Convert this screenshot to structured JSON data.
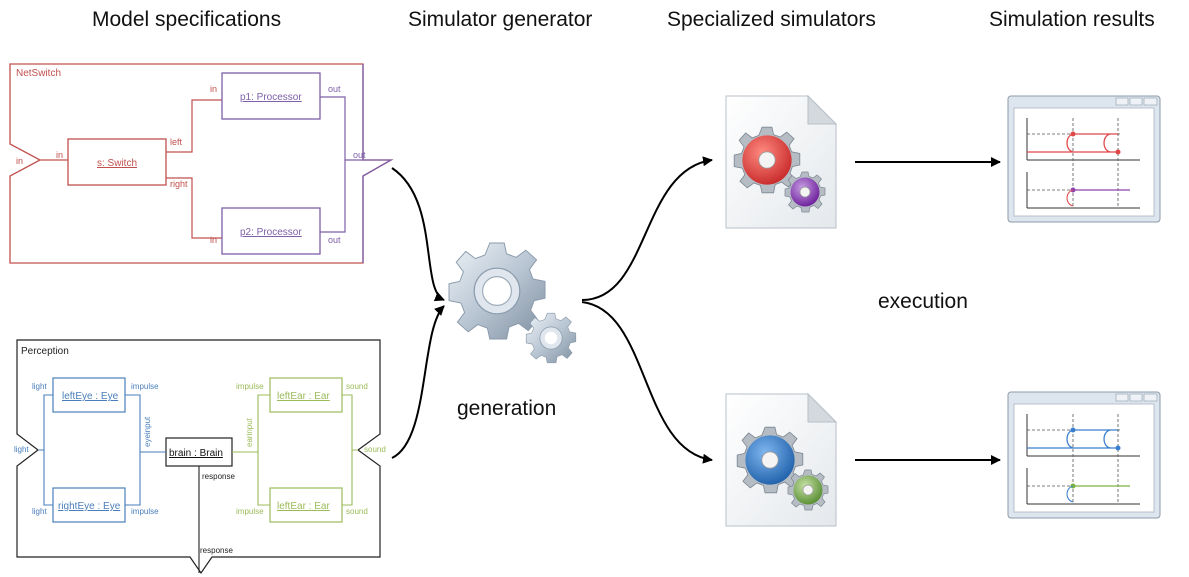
{
  "columns": {
    "model_specs": "Model specifications",
    "generator": "Simulator generator",
    "specialized": "Specialized simulators",
    "results": "Simulation results"
  },
  "labels": {
    "generation": "generation",
    "execution": "execution"
  },
  "netswitch": {
    "title": "NetSwitch",
    "outer_in": "in",
    "outer_out": "out",
    "switch": {
      "name": "s: Switch",
      "in": "in",
      "left": "left",
      "right": "right"
    },
    "p1": {
      "name": "p1: Processor",
      "in": "in",
      "out": "out"
    },
    "p2": {
      "name": "p2: Processor",
      "in": "in",
      "out": "out"
    }
  },
  "perception": {
    "title": "Perception",
    "light_outer": "light",
    "sound_outer": "sound",
    "response_outer": "response",
    "left_eye": {
      "name": "leftEye : Eye",
      "light": "light",
      "impulse": "impulse"
    },
    "right_eye": {
      "name": "rightEye : Eye",
      "light": "light",
      "impulse": "impulse"
    },
    "brain": {
      "name": "brain : Brain",
      "eyeinput": "eyeinput",
      "earinput": "earinput",
      "response": "response"
    },
    "left_ear_top": {
      "name": "leftEar : Ear",
      "impulse": "impulse",
      "sound": "sound"
    },
    "left_ear_bottom": {
      "name": "leftEar : Ear",
      "impulse": "impulse",
      "sound": "sound"
    }
  },
  "colors": {
    "netswitch": "#c0504d",
    "processor": "#7e5fa8",
    "eye": "#4a7ebb",
    "ear": "#9bbb59",
    "sim1_big_gear": "#e04848",
    "sim1_small_gear": "#8e44ad",
    "sim2_big_gear": "#3a7fcf",
    "sim2_small_gear": "#7cb342"
  },
  "icons": [
    "generator-gears-icon",
    "simulator-file-icon",
    "result-window-icon"
  ]
}
